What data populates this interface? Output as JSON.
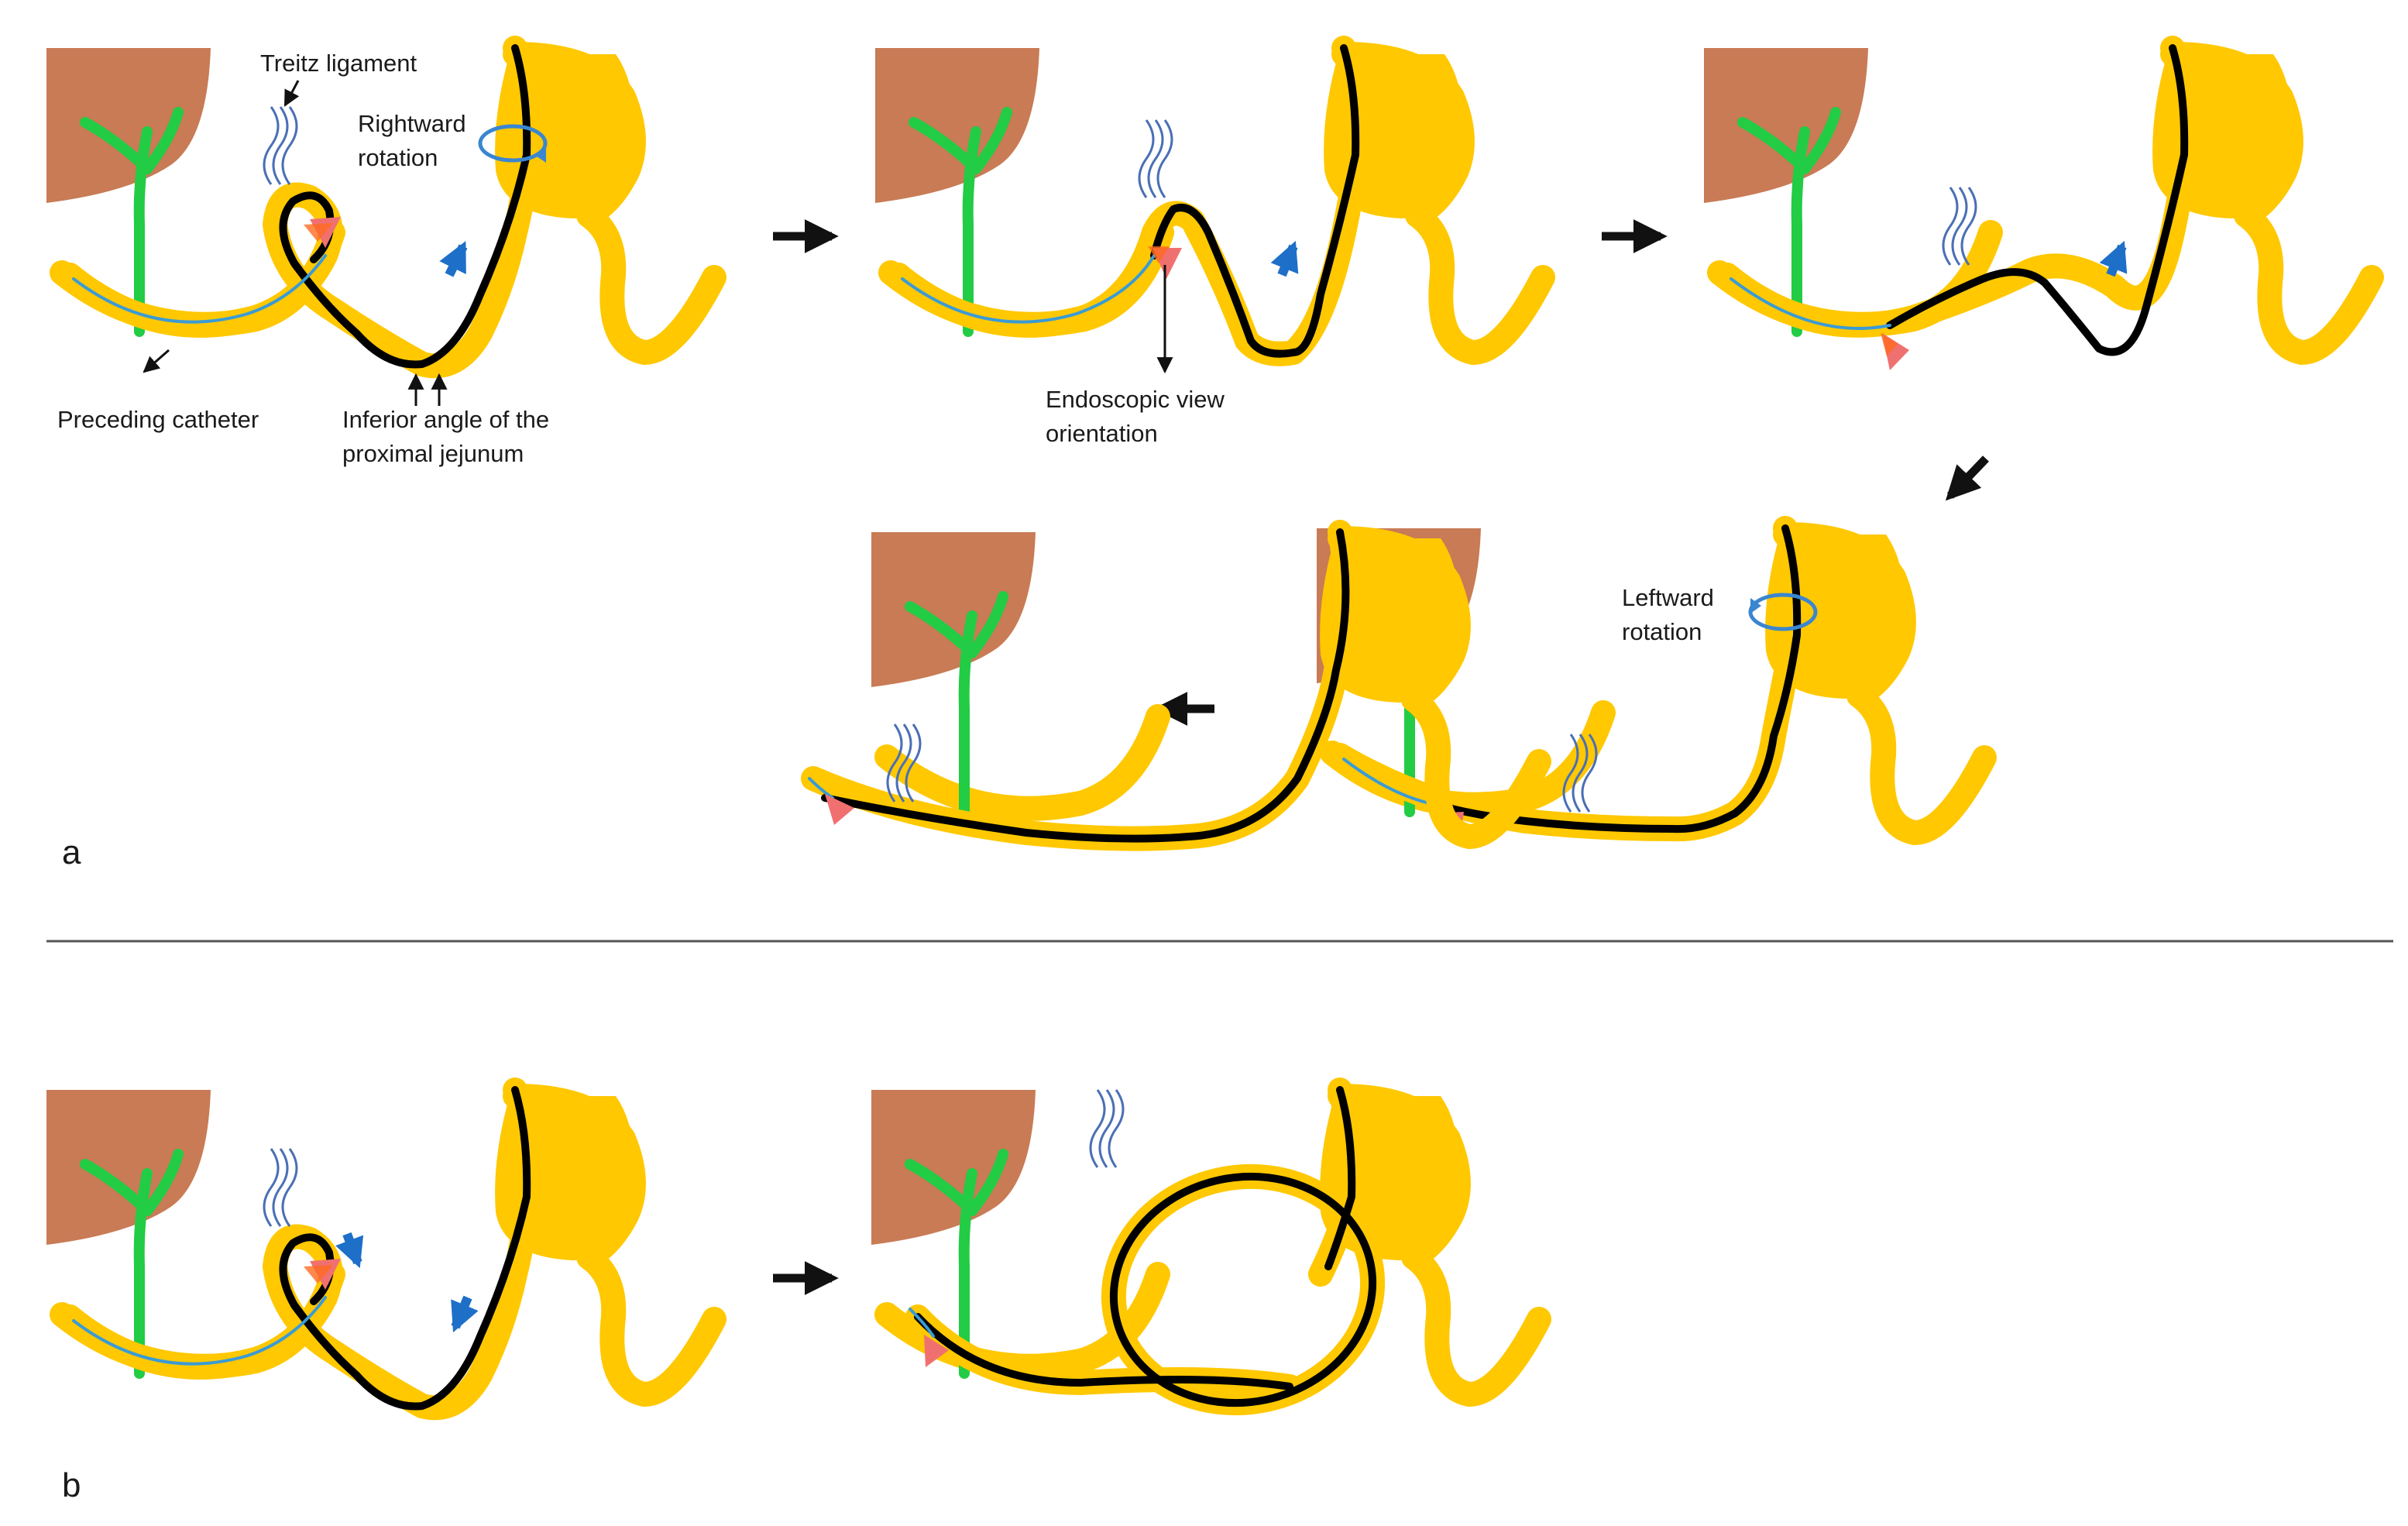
{
  "labels": {
    "treitz_ligament": "Treitz ligament",
    "rightward_rotation_line1": "Rightward",
    "rightward_rotation_line2": "rotation",
    "preceding_catheter": "Preceding catheter",
    "inferior_angle_line1": "Inferior angle of the",
    "inferior_angle_line2": "proximal jejunum",
    "endoscopic_view_line1": "Endoscopic view",
    "endoscopic_view_line2": "orientation",
    "leftward_rotation_line1": "Leftward",
    "leftward_rotation_line2": "rotation"
  },
  "panels": {
    "a": "a",
    "b": "b"
  },
  "colors": {
    "bowel": "#FFC800",
    "endoscope": "#000000",
    "bile_duct": "#22CC44",
    "liver": "#C87B55",
    "catheter": "#3A9BD5",
    "tip_marker": "#F07070",
    "push_arrow": "#1E6FC8"
  }
}
